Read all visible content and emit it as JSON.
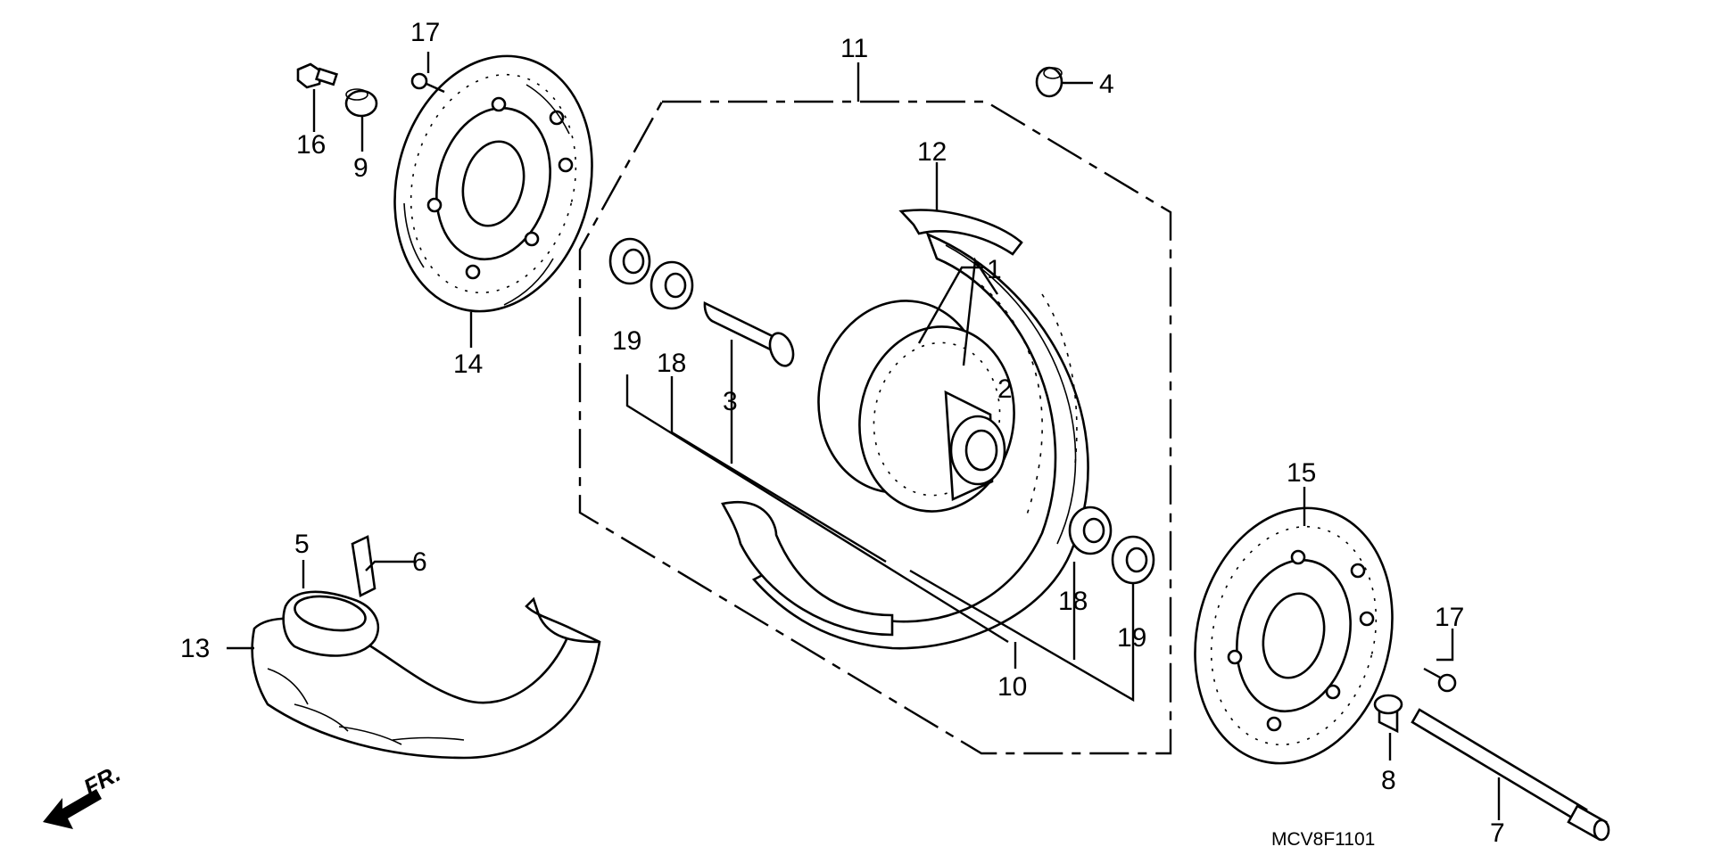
{
  "diagram_code": "MCV8F1101",
  "front_indicator": "FR.",
  "callouts": {
    "c1": "1",
    "c2": "2",
    "c3": "3",
    "c4": "4",
    "c5": "5",
    "c6": "6",
    "c7": "7",
    "c8": "8",
    "c9": "9",
    "c10": "10",
    "c11": "11",
    "c12": "12",
    "c13": "13",
    "c14": "14",
    "c15": "15",
    "c16": "16",
    "c17a": "17",
    "c17b": "17",
    "c18a": "18",
    "c18b": "18",
    "c19a": "19",
    "c19b": "19"
  },
  "colors": {
    "ink": "#000000",
    "paper": "#ffffff"
  }
}
